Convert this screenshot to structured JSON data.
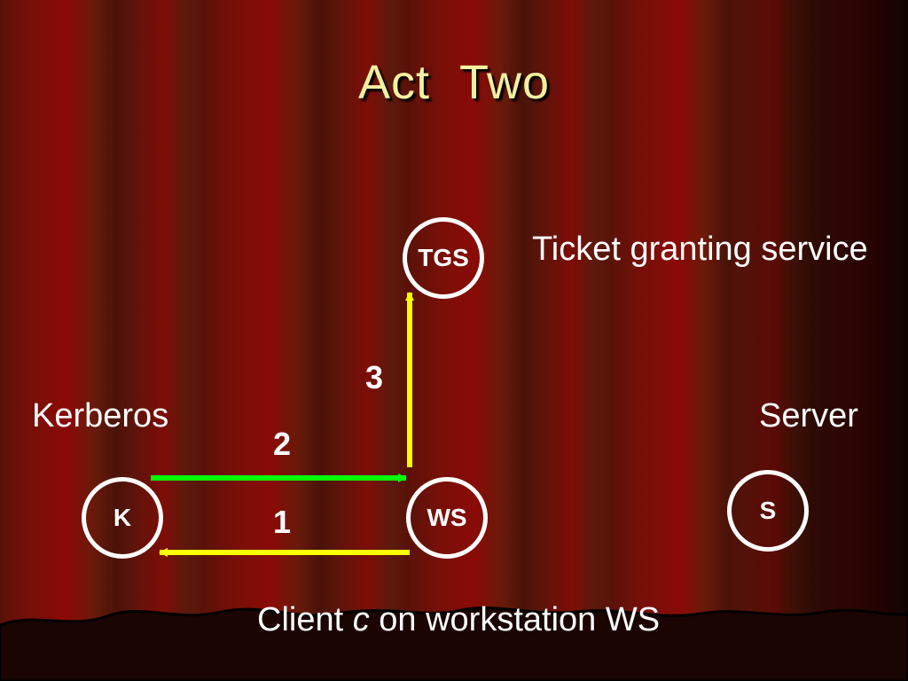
{
  "slide": {
    "title": "Act  Two",
    "labels": {
      "kerberos": "Kerberos",
      "server": "Server",
      "tgs_desc": "Ticket granting service",
      "client_prefix": "Client ",
      "client_var": "c",
      "client_suffix": " on workstation WS"
    },
    "nodes": {
      "k": "K",
      "ws": "WS",
      "tgs": "TGS",
      "s": "S"
    },
    "steps": {
      "one": "1",
      "two": "2",
      "three": "3"
    },
    "colors": {
      "title": "#f5f0a0",
      "arrow_yellow": "#ffff00",
      "arrow_green": "#00ff00",
      "node_border": "#ffffff"
    }
  }
}
